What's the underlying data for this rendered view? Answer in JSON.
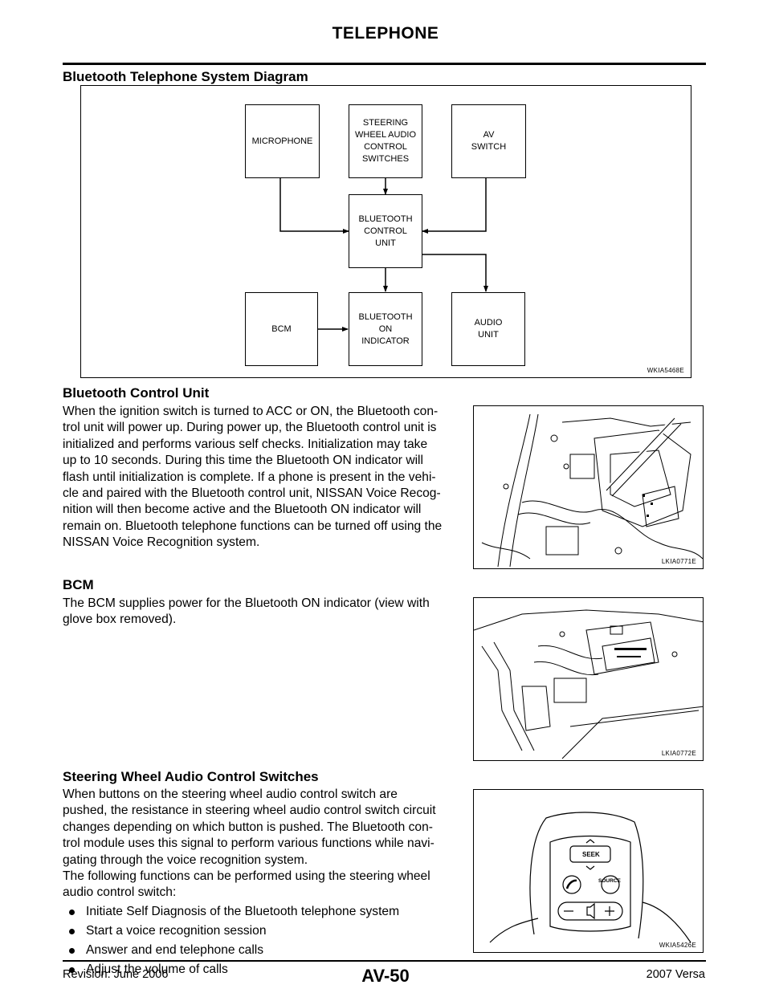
{
  "header": {
    "title": "TELEPHONE"
  },
  "sections": {
    "system_diagram": {
      "heading": "Bluetooth Telephone System Diagram",
      "figure_code": "WKIA5468E"
    },
    "control_unit": {
      "heading": "Bluetooth Control Unit",
      "lines": [
        "When the ignition switch is turned to ACC or ON, the Bluetooth con-",
        "trol unit will power up. During power up, the Bluetooth control unit is",
        "initialized and performs various self checks. Initialization may take",
        "up to 10 seconds. During this time the Bluetooth ON indicator will",
        "flash until initialization is complete. If a phone is present in the vehi-",
        "cle and paired with the Bluetooth control unit, NISSAN Voice Recog-",
        "nition will then become active and the Bluetooth ON indicator will",
        "remain on. Bluetooth telephone functions can be turned off using the",
        "NISSAN Voice Recognition system."
      ],
      "figure_code": "LKIA0771E"
    },
    "bcm": {
      "heading": "BCM",
      "lines": [
        "The BCM supplies power for the Bluetooth ON indicator (view with",
        "glove box removed)."
      ],
      "figure_code": "LKIA0772E"
    },
    "steering_switches": {
      "heading": "Steering Wheel Audio Control Switches",
      "lines": [
        "When buttons on the steering wheel audio control switch are",
        "pushed, the resistance in steering wheel audio control switch circuit",
        "changes depending on which button is pushed. The Bluetooth con-",
        "trol module uses this signal to perform various functions while navi-",
        "gating through the voice recognition system.",
        "The following functions can be performed using the steering wheel",
        "audio control switch:"
      ],
      "bullets": [
        "Initiate Self Diagnosis of the Bluetooth telephone system",
        "Start a voice recognition session",
        "Answer and end telephone calls",
        "Adjust the volume of calls"
      ],
      "figure_code": "WKIA5426E",
      "switch_labels": {
        "seek": "SEEK",
        "source": "SOURCE"
      }
    }
  },
  "diagram": {
    "boxes": {
      "microphone": "MICROPHONE",
      "steering": "STEERING\nWHEEL AUDIO\nCONTROL\nSWITCHES",
      "av_switch": "AV\nSWITCH",
      "control_unit": "BLUETOOTH\nCONTROL\nUNIT",
      "bcm": "BCM",
      "indicator": "BLUETOOTH\nON\nINDICATOR",
      "audio_unit": "AUDIO\nUNIT"
    }
  },
  "footer": {
    "revision": "Revision: June 2006",
    "page": "AV-50",
    "model": "2007 Versa"
  }
}
